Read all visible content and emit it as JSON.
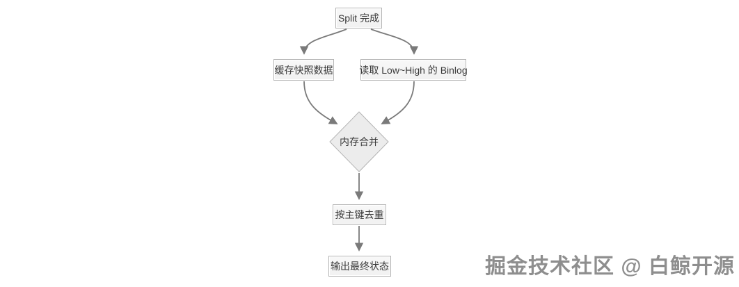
{
  "diagram": {
    "type": "flowchart",
    "background_color": "#ffffff",
    "node_fill_color": "#f4f4f4",
    "node_border_color": "#b3b3b3",
    "arrow_color": "#7a7a7a",
    "text_color": "#3a3a3a",
    "nodes": [
      {
        "id": "split-done",
        "shape": "rect",
        "label": "Split 完成"
      },
      {
        "id": "cache-snapshot",
        "shape": "rect",
        "label": "缓存快照数据"
      },
      {
        "id": "read-binlog",
        "shape": "rect",
        "label": "读取 Low~High 的 Binlog"
      },
      {
        "id": "memory-merge",
        "shape": "diamond",
        "label": "内存合并"
      },
      {
        "id": "dedupe-by-pk",
        "shape": "rect",
        "label": "按主键去重"
      },
      {
        "id": "output-final-state",
        "shape": "rect",
        "label": "输出最终状态"
      }
    ],
    "edges": [
      {
        "from": "split-done",
        "to": "cache-snapshot"
      },
      {
        "from": "split-done",
        "to": "read-binlog"
      },
      {
        "from": "cache-snapshot",
        "to": "memory-merge"
      },
      {
        "from": "read-binlog",
        "to": "memory-merge"
      },
      {
        "from": "memory-merge",
        "to": "dedupe-by-pk"
      },
      {
        "from": "dedupe-by-pk",
        "to": "output-final-state"
      }
    ]
  },
  "watermark": {
    "text": "掘金技术社区 @ 白鲸开源",
    "color": "#8e8e8e"
  }
}
